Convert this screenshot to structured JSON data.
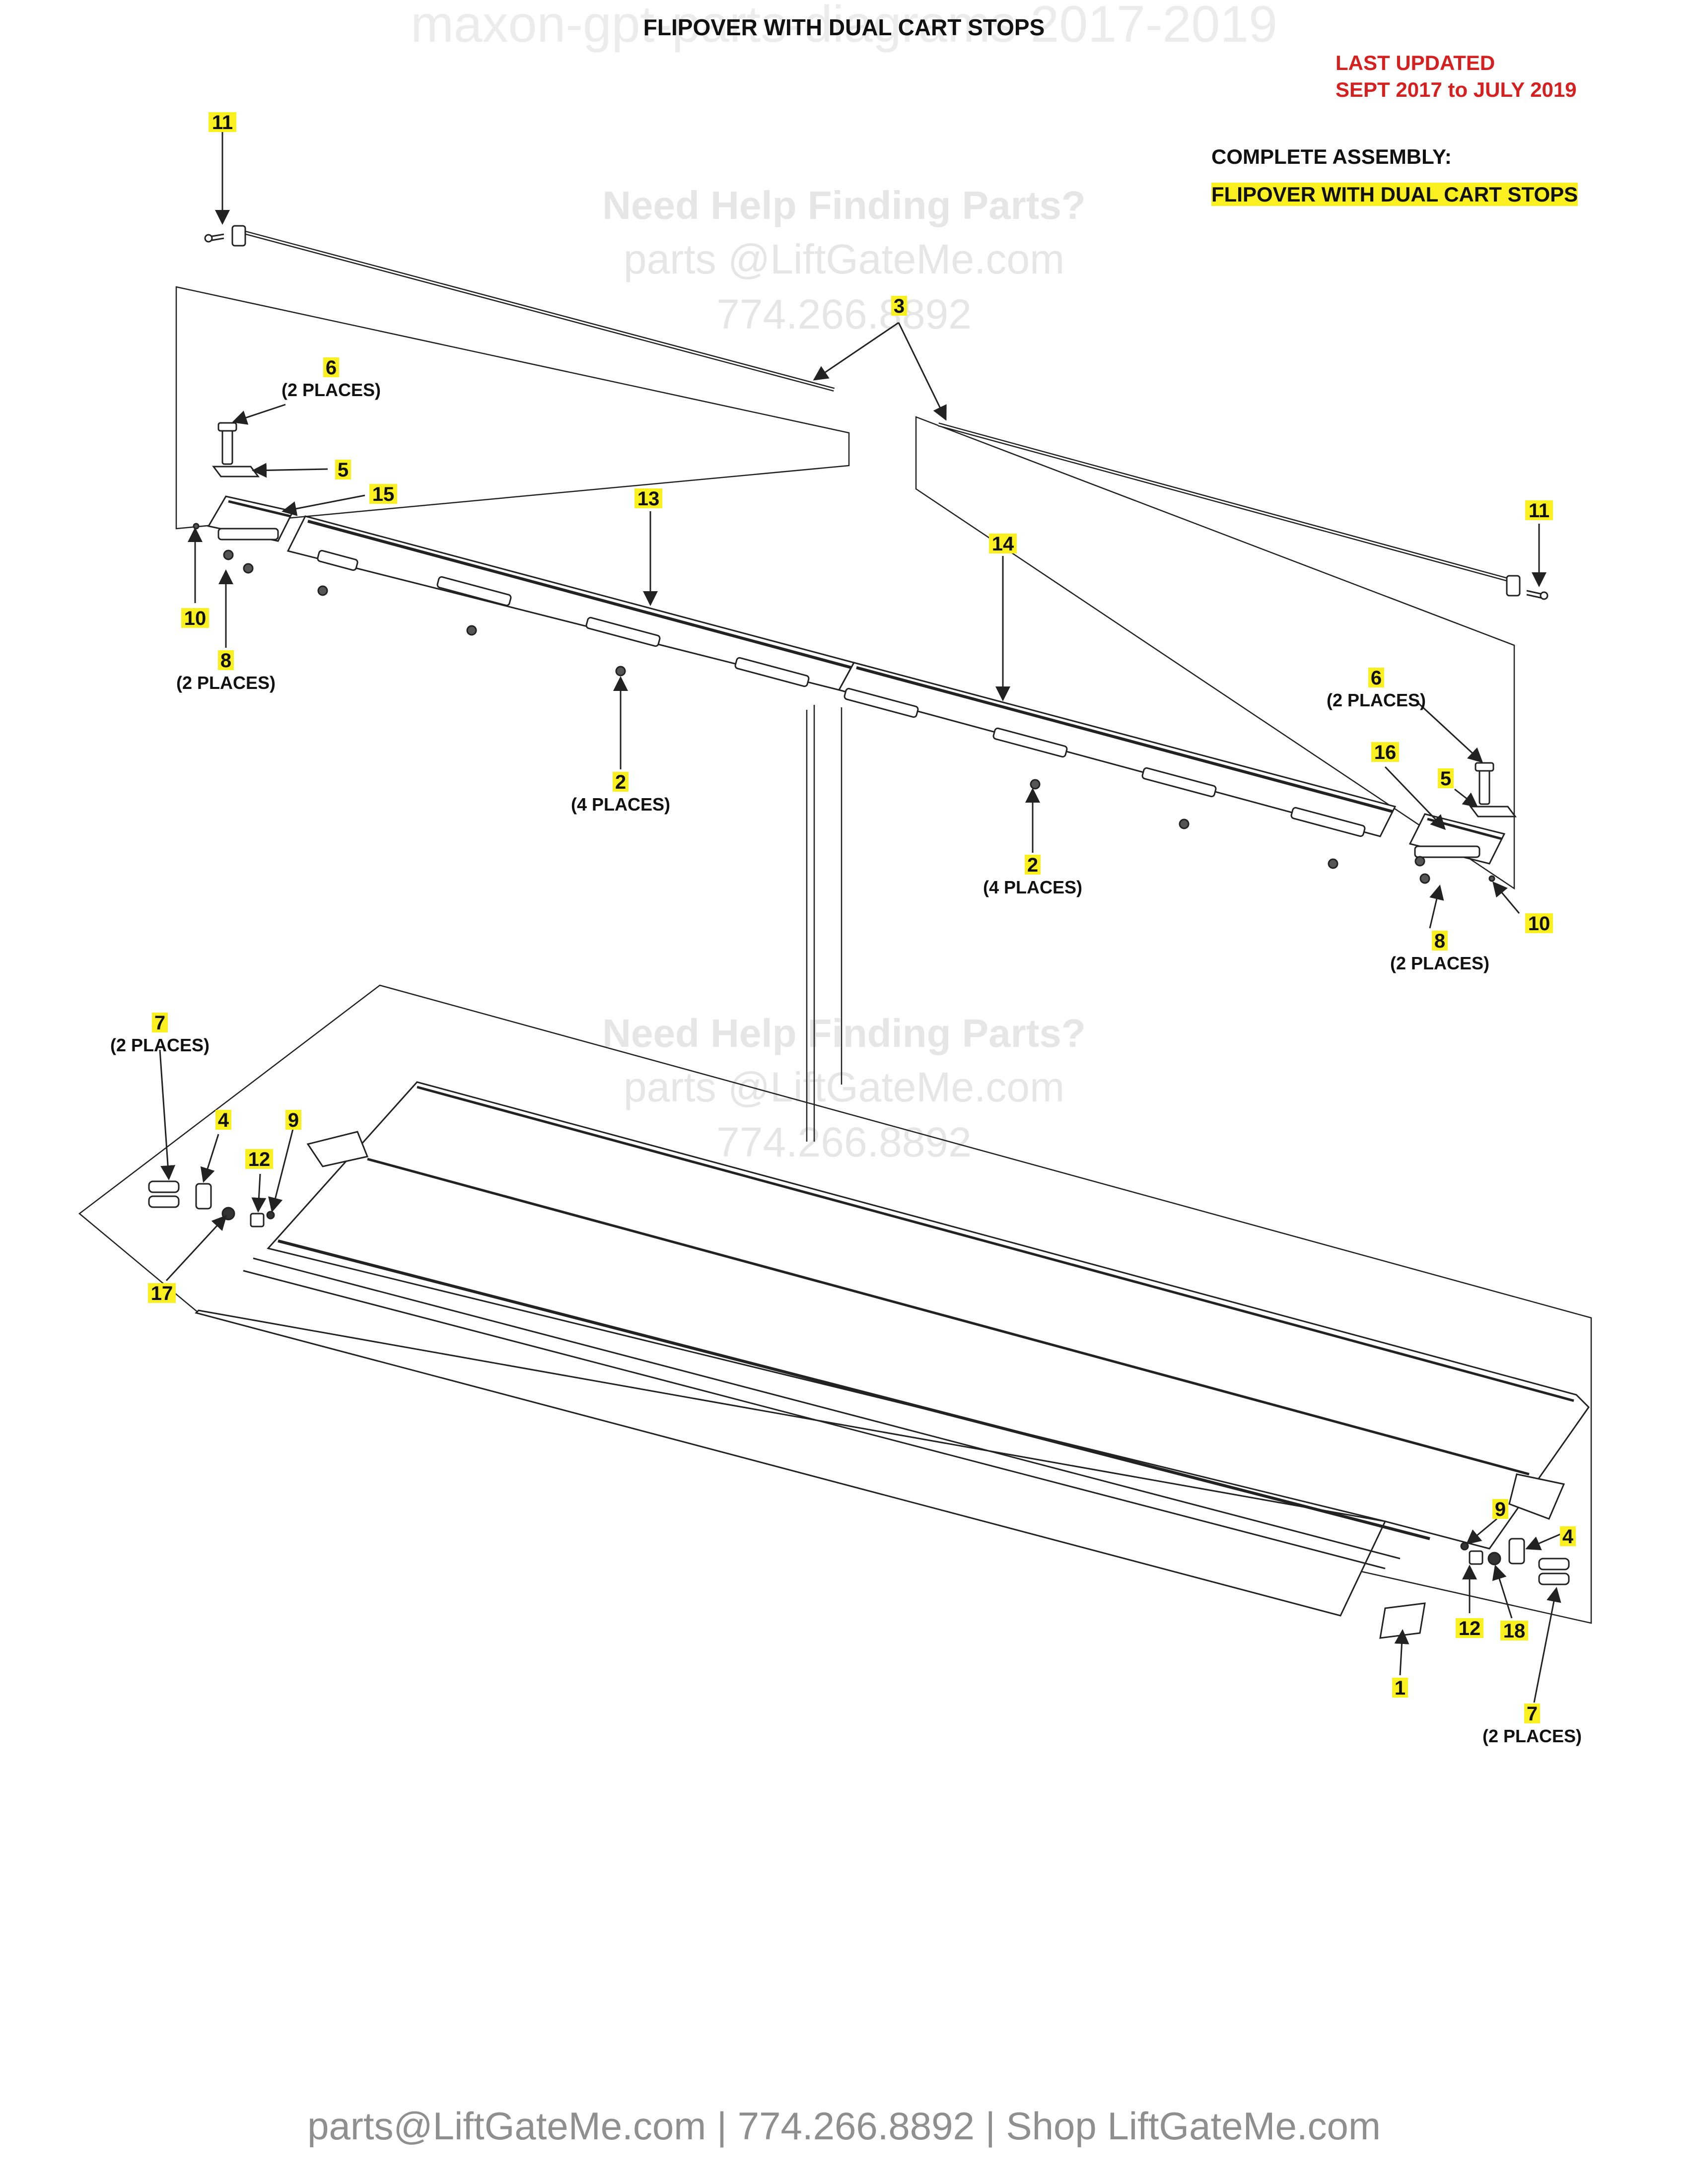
{
  "title": "FLIPOVER WITH DUAL CART STOPS",
  "watermark_top": "maxon-gpt-parts-diagrams 2017-2019",
  "last_updated": {
    "line1": "LAST UPDATED",
    "line2": "SEPT 2017 to JULY 2019"
  },
  "assembly": {
    "label": "COMPLETE ASSEMBLY:",
    "name": "FLIPOVER WITH DUAL CART STOPS"
  },
  "watermarks": [
    {
      "headline": "Need Help Finding Parts?",
      "email": "parts @LiftGateMe.com",
      "phone": "774.266.8892"
    },
    {
      "headline": "Need Help Finding Parts?",
      "email": "parts @LiftGateMe.com",
      "phone": "774.266.8892"
    }
  ],
  "footer": "parts@LiftGateMe.com | 774.266.8892 | Shop LiftGateMe.com",
  "colors": {
    "highlight": "#fbf01f",
    "updated": "#d62020",
    "line": "#222222",
    "watermark": "#e6e6e6"
  },
  "callouts": [
    {
      "id": "c11a",
      "num": "11",
      "note": ""
    },
    {
      "id": "c3",
      "num": "3",
      "note": ""
    },
    {
      "id": "c6a",
      "num": "6",
      "note": "(2 PLACES)"
    },
    {
      "id": "c5a",
      "num": "5",
      "note": ""
    },
    {
      "id": "c15",
      "num": "15",
      "note": ""
    },
    {
      "id": "c13",
      "num": "13",
      "note": ""
    },
    {
      "id": "c10a",
      "num": "10",
      "note": ""
    },
    {
      "id": "c8a",
      "num": "8",
      "note": "(2 PLACES)"
    },
    {
      "id": "c2a",
      "num": "2",
      "note": "(4 PLACES)"
    },
    {
      "id": "c14",
      "num": "14",
      "note": ""
    },
    {
      "id": "c11b",
      "num": "11",
      "note": ""
    },
    {
      "id": "c6b",
      "num": "6",
      "note": "(2 PLACES)"
    },
    {
      "id": "c16",
      "num": "16",
      "note": ""
    },
    {
      "id": "c5b",
      "num": "5",
      "note": ""
    },
    {
      "id": "c2b",
      "num": "2",
      "note": "(4 PLACES)"
    },
    {
      "id": "c10b",
      "num": "10",
      "note": ""
    },
    {
      "id": "c8b",
      "num": "8",
      "note": "(2 PLACES)"
    },
    {
      "id": "c7a",
      "num": "7",
      "note": "(2 PLACES)"
    },
    {
      "id": "c4a",
      "num": "4",
      "note": ""
    },
    {
      "id": "c12a",
      "num": "12",
      "note": ""
    },
    {
      "id": "c9a",
      "num": "9",
      "note": ""
    },
    {
      "id": "c17",
      "num": "17",
      "note": ""
    },
    {
      "id": "c9b",
      "num": "9",
      "note": ""
    },
    {
      "id": "c4b",
      "num": "4",
      "note": ""
    },
    {
      "id": "c12b",
      "num": "12",
      "note": ""
    },
    {
      "id": "c18",
      "num": "18",
      "note": ""
    },
    {
      "id": "c1",
      "num": "1",
      "note": ""
    },
    {
      "id": "c7b",
      "num": "7",
      "note": "(2 PLACES)"
    }
  ]
}
